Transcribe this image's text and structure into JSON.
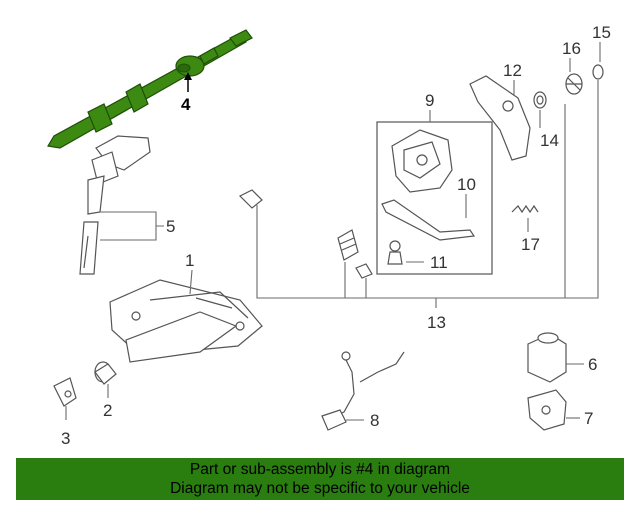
{
  "callouts": {
    "c1": "1",
    "c2": "2",
    "c3": "3",
    "c4": "4",
    "c5": "5",
    "c6": "6",
    "c7": "7",
    "c8": "8",
    "c9": "9",
    "c10": "10",
    "c11": "11",
    "c12": "12",
    "c13": "13",
    "c14": "14",
    "c15": "15",
    "c16": "16",
    "c17": "17"
  },
  "highlight_part": "4",
  "colors": {
    "highlight_fill": "#3c8a12",
    "banner_background": "#2a7d0f",
    "line_art": "#555555"
  },
  "banner": {
    "line1": "Part or sub-assembly is #4 in diagram",
    "line2": "Diagram may not be specific to your vehicle"
  }
}
